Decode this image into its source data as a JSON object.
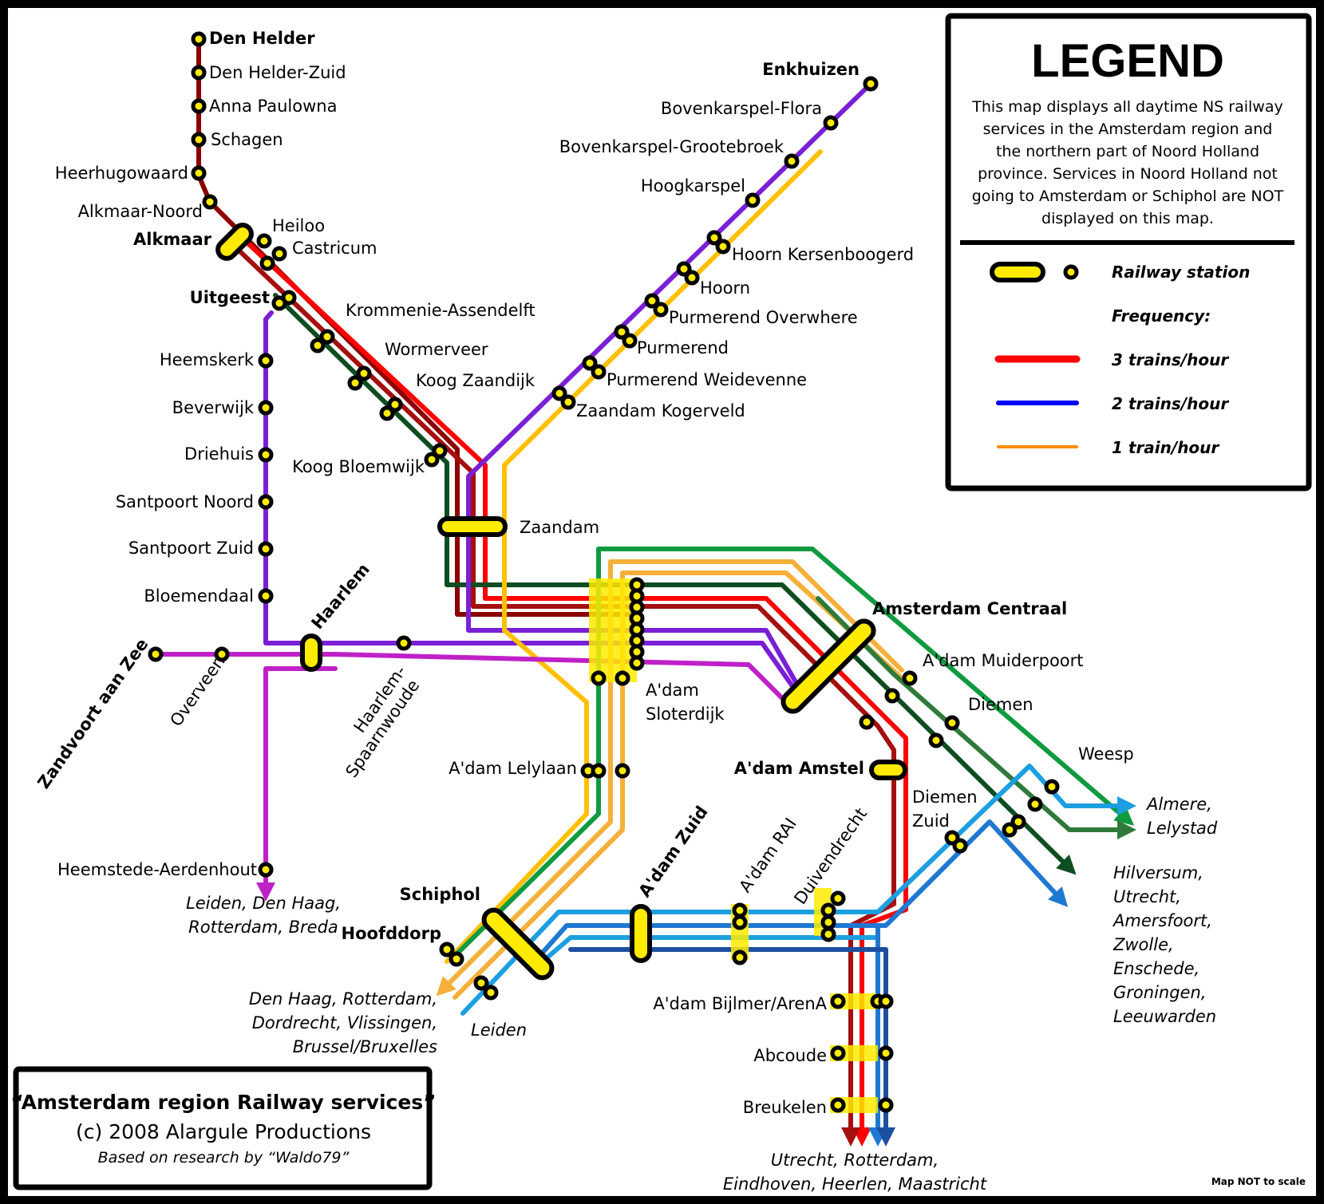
{
  "legend": {
    "title": "LEGEND",
    "description_lines": [
      "This map displays all daytime NS railway",
      "services in the Amsterdam region and",
      "the northern part of Noord Holland",
      "province.  Services in Noord Holland not",
      "going to Amsterdam or Schiphol are NOT",
      "displayed on this map."
    ],
    "railway_station": "Railway station",
    "frequency_heading": "Frequency:",
    "freq_3": "3 trains/hour",
    "freq_2": "2 trains/hour",
    "freq_1": "1 train/hour",
    "color_3": "#ff0000",
    "color_2": "#0000ff",
    "color_1": "#ff8c00"
  },
  "credits": {
    "title": "“Amsterdam region Railway services”",
    "copyright": "(c) 2008 Alargule Productions",
    "research": "Based on research by “Waldo79”"
  },
  "scale_note": "Map NOT to scale",
  "stations": {
    "den_helder": "Den Helder",
    "den_helder_zuid": "Den Helder-Zuid",
    "anna_paulowna": "Anna Paulowna",
    "schagen": "Schagen",
    "heerhugowaard": "Heerhugowaard",
    "alkmaar_noord": "Alkmaar-Noord",
    "alkmaar": "Alkmaar",
    "heiloo": "Heiloo",
    "castricum": "Castricum",
    "uitgeest": "Uitgeest",
    "krommenie": "Krommenie-Assendelft",
    "wormerveer": "Wormerveer",
    "koog_zaandijk": "Koog Zaandijk",
    "koog_bloemwijk": "Koog Bloemwijk",
    "zaandam": "Zaandam",
    "heemskerk": "Heemskerk",
    "beverwijk": "Beverwijk",
    "driehuis": "Driehuis",
    "santpoort_noord": "Santpoort Noord",
    "santpoort_zuid": "Santpoort Zuid",
    "bloemendaal": "Bloemendaal",
    "haarlem": "Haarlem",
    "zandvoort": "Zandvoort aan Zee",
    "overveen": "Overveen",
    "haarlem_sp_1": "Haarlem-",
    "haarlem_sp_2": "Spaarnwoude",
    "heemstede": "Heemstede-Aerdenhout",
    "enkhuizen": "Enkhuizen",
    "bovenkarspel_flora": "Bovenkarspel-Flora",
    "bovenkarspel_gr": "Bovenkarspel-Grootebroek",
    "hoogkarspel": "Hoogkarspel",
    "hoorn_kersen": "Hoorn Kersenboogerd",
    "hoorn": "Hoorn",
    "purmerend_ov": "Purmerend Overwhere",
    "purmerend": "Purmerend",
    "purmerend_wd": "Purmerend Weidevenne",
    "zaandam_kog": "Zaandam Kogerveld",
    "adam_sloterdijk_1": "A'dam",
    "adam_sloterdijk_2": "Sloterdijk",
    "amsterdam_centraal": "Amsterdam Centraal",
    "muiderpoort": "A'dam Muiderpoort",
    "diemen": "Diemen",
    "weesp": "Weesp",
    "amstel": "A'dam Amstel",
    "diemen_zuid_1": "Diemen",
    "diemen_zuid_2": "Zuid",
    "lelylaan": "A'dam Lelylaan",
    "schiphol": "Schiphol",
    "hoofddorp": "Hoofddorp",
    "adam_zuid": "A'dam Zuid",
    "rai": "A'dam RAI",
    "duivendrecht": "Duivendrecht",
    "bijlmer": "A'dam Bijlmer/ArenA",
    "abcoude": "Abcoude",
    "breukelen": "Breukelen"
  },
  "destinations": {
    "leiden_haag_1": "Leiden, Den Haag,",
    "leiden_haag_2": "Rotterdam, Breda",
    "haag_rdam_1": "Den Haag, Rotterdam,",
    "haag_rdam_2": "Dordrecht, Vlissingen,",
    "haag_rdam_3": "Brussel/Bruxelles",
    "leiden": "Leiden",
    "almere_1": "Almere,",
    "almere_2": "Lelystad",
    "hilversum_1": "Hilversum,",
    "hilversum_2": "Utrecht,",
    "hilversum_3": "Amersfoort,",
    "hilversum_4": "Zwolle,",
    "hilversum_5": "Enschede,",
    "hilversum_6": "Groningen,",
    "hilversum_7": "Leeuwarden",
    "utrecht_1": "Utrecht, Rotterdam,",
    "utrecht_2": "Eindhoven, Heerlen, Maastricht"
  },
  "line_colors": {
    "red": "#ff0000",
    "darkred": "#a50f0f",
    "maroon": "#8b0000",
    "darkgreen": "#0d4d1f",
    "green": "#109a40",
    "mossgreen": "#2f7a3a",
    "purple": "#7a1fd6",
    "magenta": "#c020c8",
    "yellow": "#ffc000",
    "orange": "#f4b03a",
    "lightblue": "#1c9fe0",
    "blue": "#1f78d1",
    "darkblue": "#1d4fa0"
  }
}
